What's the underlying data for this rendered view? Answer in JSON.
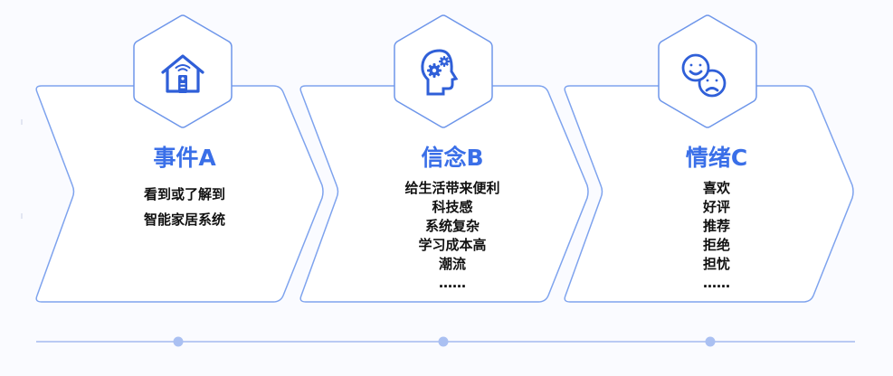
{
  "colors": {
    "outline": "#7ea3ee",
    "hex_outline": "#6e96ea",
    "icon": "#2f5fd8",
    "title": "#3a6fe8",
    "timeline": "#b9caf3",
    "dot": "#aac0f2"
  },
  "cards": [
    {
      "icon": "smart-home-icon",
      "title": "事件A",
      "lines": [
        "看到或了解到",
        "智能家居系统"
      ]
    },
    {
      "icon": "brain-gears-icon",
      "title": "信念B",
      "lines": [
        "给生活带来便利",
        "科技感",
        "系统复杂",
        "学习成本高",
        "潮流",
        "……"
      ]
    },
    {
      "icon": "happy-sad-faces-icon",
      "title": "情绪C",
      "lines": [
        "喜欢",
        "好评",
        "推荐",
        "拒绝",
        "担忧",
        "……"
      ]
    }
  ]
}
